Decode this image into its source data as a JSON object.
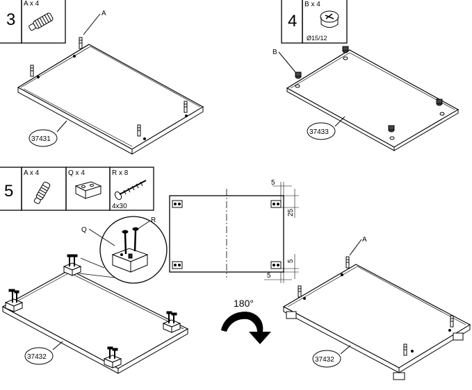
{
  "step3": {
    "number": "3",
    "part": {
      "label": "A x 4",
      "icon": "dowel-icon"
    },
    "panel_code": "37431",
    "callout": "A"
  },
  "step4": {
    "number": "4",
    "part": {
      "label": "B x 4",
      "size": "Ø15/12",
      "icon": "cam-lock-icon"
    },
    "panel_code": "37433",
    "callout": "B"
  },
  "step5": {
    "number": "5",
    "parts": [
      {
        "label": "A x 4",
        "icon": "dowel-icon"
      },
      {
        "label": "Q x 4",
        "icon": "corner-block-icon"
      },
      {
        "label": "R x 8",
        "size": "4x30",
        "icon": "screw-icon"
      }
    ],
    "panel_code": "37432",
    "callout_q": "Q",
    "callout_r": "R"
  },
  "diagram": {
    "dimensions": [
      "5",
      "25",
      "5",
      "5"
    ]
  },
  "rotate": {
    "label": "180°",
    "icon": "rotate-arrow-icon"
  },
  "step5b": {
    "panel_code": "37432",
    "callout": "A"
  }
}
